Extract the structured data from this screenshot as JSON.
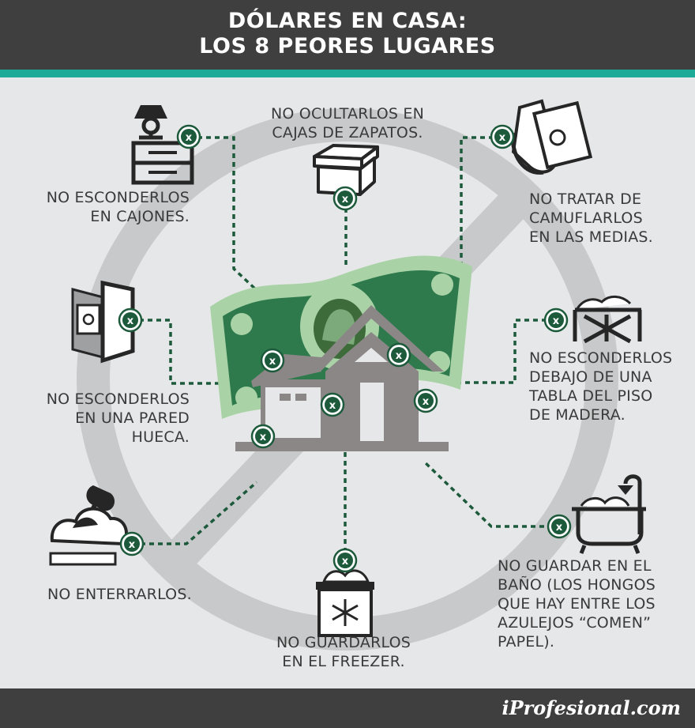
{
  "header": {
    "title_line1": "DÓLARES EN CASA:",
    "title_line2": "LOS 8 PEORES LUGARES"
  },
  "labels": {
    "cajones": [
      "NO ESCONDERLOS",
      "EN CAJONES."
    ],
    "zapatos": [
      "NO OCULTARLOS EN",
      "CAJAS DE ZAPATOS."
    ],
    "medias": [
      "NO TRATAR DE",
      "CAMUFLARLOS",
      "EN LAS MEDIAS."
    ],
    "pared": [
      "NO ESCONDERLOS",
      "EN UNA PARED",
      "HUECA."
    ],
    "piso": [
      "NO ESCONDERLOS",
      "DEBAJO DE UNA",
      "TABLA DEL PISO",
      "DE MADERA."
    ],
    "enterrar": [
      "NO ENTERRARLOS."
    ],
    "freezer": [
      "NO GUARDARLOS",
      "EN EL FREEZER."
    ],
    "bano": [
      "NO GUARDAR EN EL",
      "BAÑO (LOS HONGOS",
      "QUE HAY ENTRE LOS",
      "AZULEJOS “COMEN”",
      "PAPEL)."
    ]
  },
  "marker_symbol": "x",
  "footer": {
    "brand": "iProfesional.com"
  },
  "colors": {
    "header_bg": "#3f3f40",
    "accent_teal": "#1dab98",
    "marker_green": "#1d5a3c",
    "dashed_line": "#1d5a3c",
    "banknote_green": "#2e7a4c",
    "banknote_light": "#a9d3a6",
    "house_gray": "#8b8786",
    "prohibition_gray": "#c8c9ca",
    "icon_dark": "#262626"
  }
}
